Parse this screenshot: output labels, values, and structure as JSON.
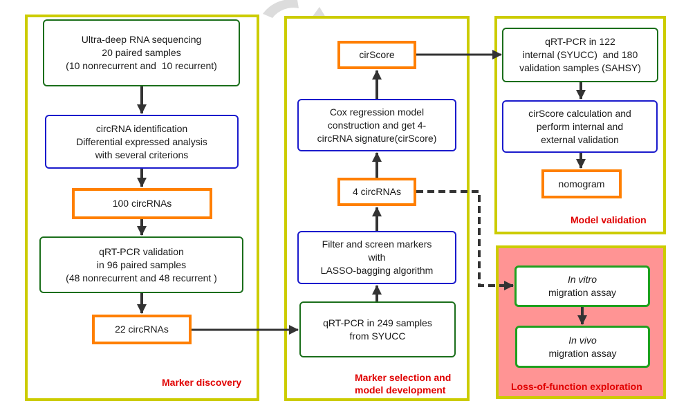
{
  "panels": {
    "marker_discovery": {
      "label": "Marker discovery",
      "boxes": {
        "sequencing": [
          "Ultra-deep RNA sequencing",
          "20 paired samples",
          "(10 nonrecurrent and  10 recurrent)"
        ],
        "identification": [
          "circRNA identification",
          "Differential expressed analysis",
          "with several criterions"
        ],
        "circ100": [
          "100 circRNAs"
        ],
        "validation": [
          "qRT-PCR validation",
          "in 96 paired samples",
          "(48 nonrecurrent and 48 recurrent )"
        ],
        "circ22": [
          "22 circRNAs"
        ]
      }
    },
    "marker_selection": {
      "label_lines": [
        "Marker selection and",
        "model development"
      ],
      "boxes": {
        "cirscore": [
          "cirScore"
        ],
        "cox": [
          "Cox regression model",
          "construction and get 4-",
          "circRNA signature(cirScore)"
        ],
        "circ4": [
          "4 circRNAs"
        ],
        "filter": [
          "Filter and screen markers",
          "with",
          "LASSO-bagging algorithm"
        ],
        "qrtpcr249": [
          "qRT-PCR in 249 samples",
          "from SYUCC"
        ]
      }
    },
    "model_validation": {
      "label": "Model validation",
      "boxes": {
        "qrtpcr122": [
          "qRT-PCR in 122",
          "internal (SYUCC)  and 180",
          "validation samples (SAHSY)"
        ],
        "calculation": [
          "cirScore calculation and",
          "perform internal and",
          "external validation"
        ],
        "nomogram": [
          "nomogram"
        ]
      }
    },
    "loss_of_function": {
      "label": "Loss-of-function exploration",
      "boxes": {
        "in_vitro": {
          "italic": "In vitro",
          "text": "migration assay"
        },
        "in_vivo": {
          "italic": "In vivo",
          "text": "migration assay"
        }
      }
    }
  },
  "colors": {
    "panel_border": "#cccc00",
    "panel_label": "#e00000",
    "highlight_fill": "#ff9494",
    "box_green": "#1a6e1a",
    "box_blue": "#1a1acc",
    "box_orange": "#ff7f00",
    "arrow": "#333333"
  }
}
